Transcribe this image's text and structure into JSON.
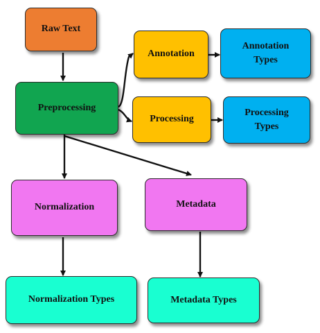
{
  "nodes": {
    "raw_text": {
      "label": "Raw Text",
      "color": "#ED7D31"
    },
    "preprocessing": {
      "label": "Preprocessing",
      "color": "#11A550"
    },
    "annotation": {
      "label": "Annotation",
      "color": "#FFC000"
    },
    "annotation_types": {
      "label": "Annotation\nTypes",
      "color": "#00B0F0"
    },
    "processing": {
      "label": "Processing",
      "color": "#FFC000"
    },
    "processing_types": {
      "label": "Processing\nTypes",
      "color": "#00B0F0"
    },
    "normalization": {
      "label": "Normalization",
      "color": "#F177F1"
    },
    "metadata": {
      "label": "Metadata",
      "color": "#F177F1"
    },
    "normalization_types": {
      "label": "Normalization Types",
      "color": "#19FFD1"
    },
    "metadata_types": {
      "label": "Metadata Types",
      "color": "#19FFD1"
    }
  },
  "edges": [
    {
      "from": "raw_text",
      "to": "preprocessing"
    },
    {
      "from": "preprocessing",
      "to": "annotation"
    },
    {
      "from": "preprocessing",
      "to": "processing"
    },
    {
      "from": "annotation",
      "to": "annotation_types"
    },
    {
      "from": "processing",
      "to": "processing_types"
    },
    {
      "from": "preprocessing",
      "to": "normalization"
    },
    {
      "from": "preprocessing",
      "to": "metadata"
    },
    {
      "from": "normalization",
      "to": "normalization_types"
    },
    {
      "from": "metadata",
      "to": "metadata_types"
    }
  ]
}
